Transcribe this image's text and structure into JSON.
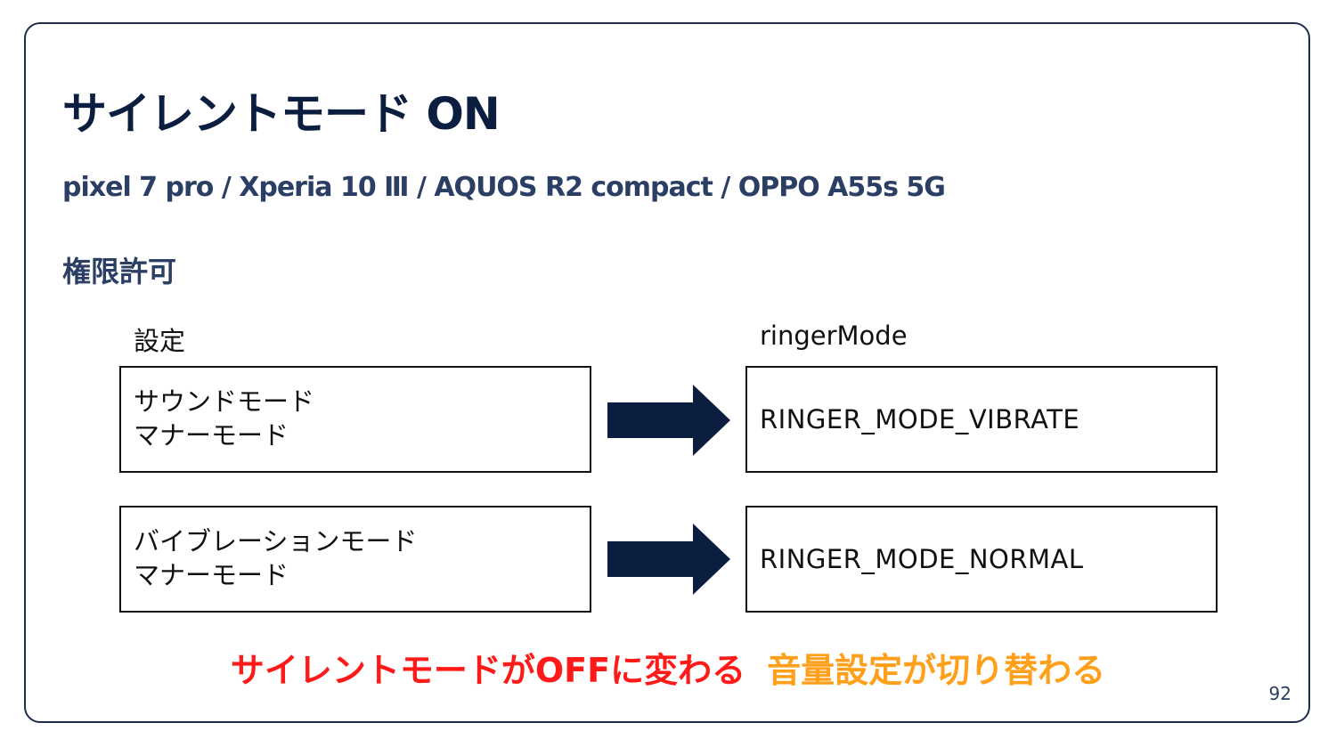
{
  "slide": {
    "title": "サイレントモード ON",
    "subtitle": "pixel 7 pro / Xperia 10 Ⅲ  / AQUOS R2 compact / OPPO A55s 5G",
    "section_heading": "権限許可",
    "columns": {
      "setting_header": "設定",
      "ringer_header": "ringerMode"
    },
    "rows": [
      {
        "setting_line1": "サウンドモード",
        "setting_line2": "マナーモード",
        "ringer_mode": "RINGER_MODE_VIBRATE"
      },
      {
        "setting_line1": "バイブレーションモード",
        "setting_line2": "マナーモード",
        "ringer_mode": "RINGER_MODE_NORMAL"
      }
    ],
    "note_red": "サイレントモードがOFFに変わる",
    "note_orange": "音量設定が切り替わる",
    "page_number": "92"
  },
  "colors": {
    "title": "#0b1e3f",
    "arrow": "#0b1e3f",
    "note_red": "#ff1a1a",
    "note_orange": "#ff9f1a"
  },
  "icons": [
    "right-arrow-icon"
  ]
}
